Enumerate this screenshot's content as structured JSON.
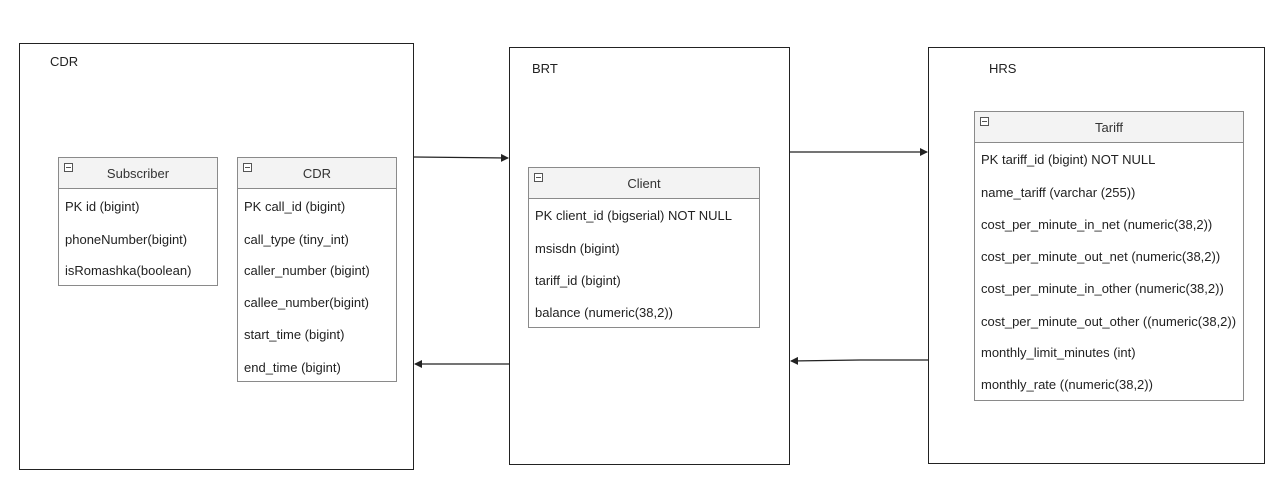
{
  "containers": {
    "cdr": {
      "label": "CDR"
    },
    "brt": {
      "label": "BRT"
    },
    "hrs": {
      "label": "HRS"
    }
  },
  "entities": {
    "subscriber": {
      "title": "Subscriber",
      "fields": [
        "PK id (bigint)",
        "phoneNumber(bigint)",
        "isRomashka(boolean)"
      ]
    },
    "cdr": {
      "title": "CDR",
      "fields": [
        "PK call_id (bigint)",
        "call_type (tiny_int)",
        "caller_number (bigint)",
        "callee_number(bigint)",
        "start_time (bigint)",
        "end_time (bigint)"
      ]
    },
    "client": {
      "title": "Client",
      "fields": [
        "PK client_id (bigserial) NOT NULL",
        "msisdn (bigint)",
        "tariff_id (bigint)",
        "balance (numeric(38,2))"
      ]
    },
    "tariff": {
      "title": "Tariff",
      "fields": [
        "PK tariff_id (bigint) NOT NULL",
        "name_tariff (varchar (255))",
        "cost_per_minute_in_net (numeric(38,2))",
        "cost_per_minute_out_net (numeric(38,2))",
        "cost_per_minute_in_other (numeric(38,2))",
        "cost_per_minute_out_other ((numeric(38,2))",
        "monthly_limit_minutes (int)",
        "monthly_rate ((numeric(38,2))"
      ]
    }
  },
  "colors": {
    "line": "#222222",
    "entity_border": "#8a8a8a",
    "header_fill": "#f3f3f3"
  }
}
